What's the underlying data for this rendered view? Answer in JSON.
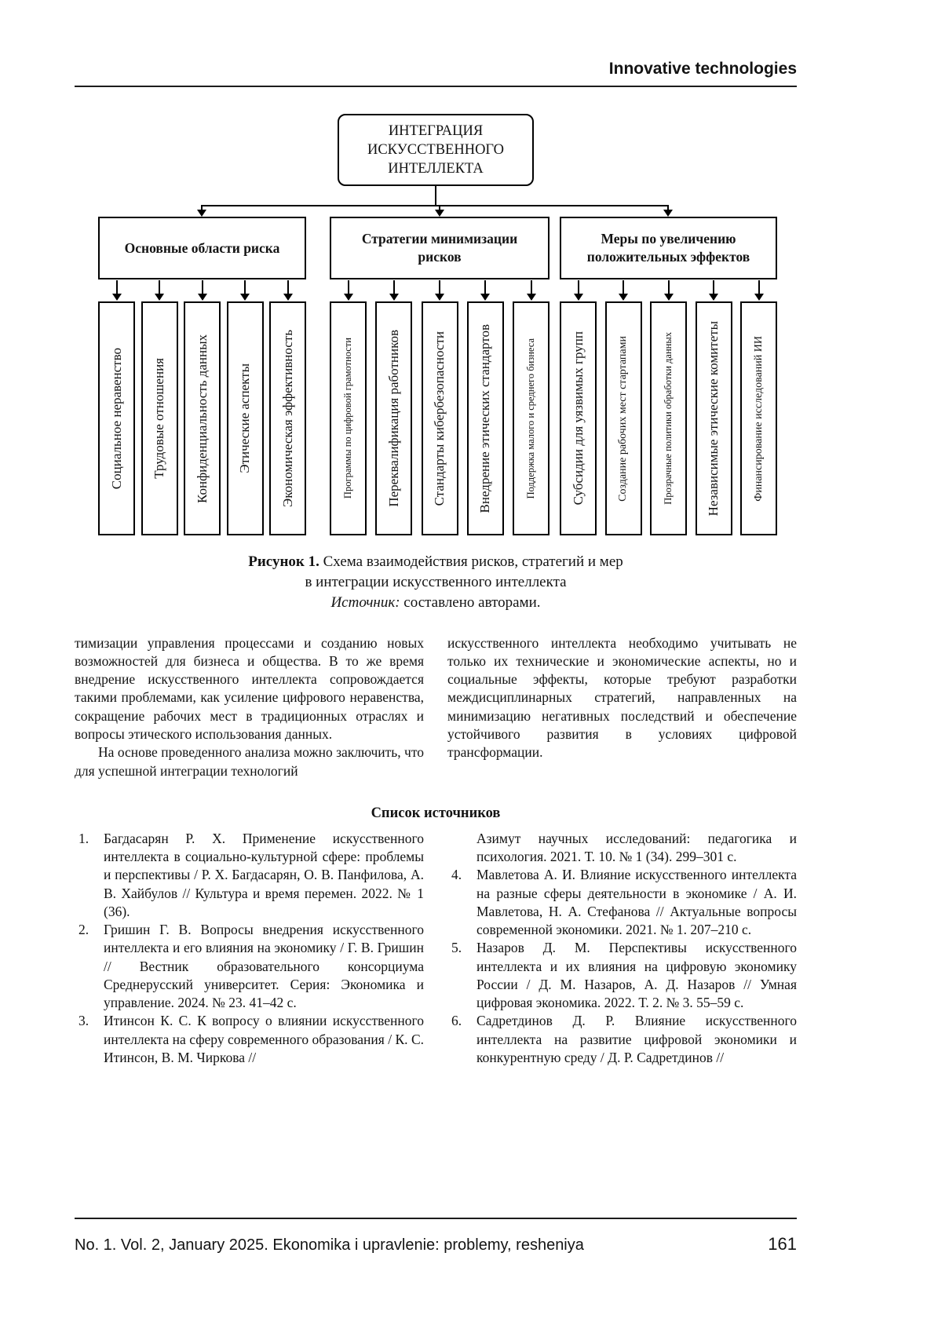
{
  "header": {
    "running_title": "Innovative technologies"
  },
  "figure": {
    "root": "ИНТЕГРАЦИЯ ИСКУССТВЕННОГО ИНТЕЛЛЕКТА",
    "branches": [
      {
        "title": "Основные области риска",
        "items": [
          "Социальное неравенство",
          "Трудовые отношения",
          "Конфиденциальность данных",
          "Этические аспекты",
          "Экономическая эффективность"
        ]
      },
      {
        "title": "Стратегии минимизации рисков",
        "items": [
          "Программы по цифровой грамотности",
          "Переквалификация работников",
          "Стандарты кибербезопасности",
          "Внедрение этических стандартов",
          "Поддержка малого и среднего бизнеса"
        ]
      },
      {
        "title": "Меры по увеличению положительных эффектов",
        "items": [
          "Субсидии для уязвимых групп",
          "Создание рабочих мест стартапами",
          "Прозрачные политики обработки данных",
          "Независимые этические комитеты",
          "Финансирование исследований ИИ"
        ]
      }
    ],
    "caption": {
      "label": "Рисунок 1.",
      "title": " Схема взаимодействия рисков, стратегий и мер",
      "title_line2": "в интеграции искусственного интеллекта",
      "source_label": "Источник:",
      "source_text": " составлено авторами."
    }
  },
  "body": {
    "left": [
      "тимизации управления процессами и созданию новых возможностей для бизнеса и общества. В то же время внедрение искусственного интеллекта сопровождается такими проблемами, как усиление цифрового неравенства, сокращение рабочих мест в традиционных отраслях и вопросы этического использования данных.",
      "На основе проведенного анализа можно заключить, что для успешной интеграции технологий"
    ],
    "right": [
      "искусственного интеллекта необходимо учитывать не только их технические и экономические аспекты, но и социальные эффекты, которые требуют разработки междисциплинарных стратегий, направленных на минимизацию негативных последствий и обеспечение устойчивого развития в условиях цифровой трансформации."
    ]
  },
  "references": {
    "heading": "Список источников",
    "left": [
      {
        "num": "1.",
        "text": "Багдасарян Р. Х. Применение искусственного интеллекта в социально-культурной сфере: проблемы и перспективы / Р. Х. Багдасарян, О. В. Панфилова, А. В. Хайбулов // Культура и время перемен. 2022. № 1 (36)."
      },
      {
        "num": "2.",
        "text": "Гришин Г. В. Вопросы внедрения искусственного интеллекта и его влияния на экономику / Г. В. Гришин // Вестник образовательного консорциума Среднерусский университет. Серия: Экономика и управление. 2024. № 23. 41–42 с."
      },
      {
        "num": "3.",
        "text": "Итинсон К. С. К вопросу о влиянии искусственного интеллекта на сферу современного образования / К. С. Итинсон, В. М. Чиркова //"
      }
    ],
    "right": [
      {
        "num": "",
        "text": "Азимут научных исследований: педагогика и психология. 2021. Т. 10. № 1 (34). 299–301 с."
      },
      {
        "num": "4.",
        "text": "Мавлетова А. И. Влияние искусственного интеллекта на разные сферы деятельности в экономике / А. И. Мавлетова, Н. А. Стефанова // Актуальные вопросы современной экономики. 2021. № 1. 207–210 с."
      },
      {
        "num": "5.",
        "text": "Назаров Д. М. Перспективы искусственного интеллекта и их влияния на цифровую экономику России / Д. М. Назаров, А. Д. Назаров // Умная цифровая экономика. 2022. Т. 2. № 3. 55–59 с."
      },
      {
        "num": "6.",
        "text": "Садретдинов Д. Р. Влияние искусственного интеллекта на развитие цифровой экономики и конкурентную среду / Д. Р. Садретдинов //"
      }
    ]
  },
  "footer": {
    "journal_info": "No. 1. Vol. 2, January 2025. Ekonomika i upravlenie: problemy, resheniya",
    "page_number": "161"
  }
}
